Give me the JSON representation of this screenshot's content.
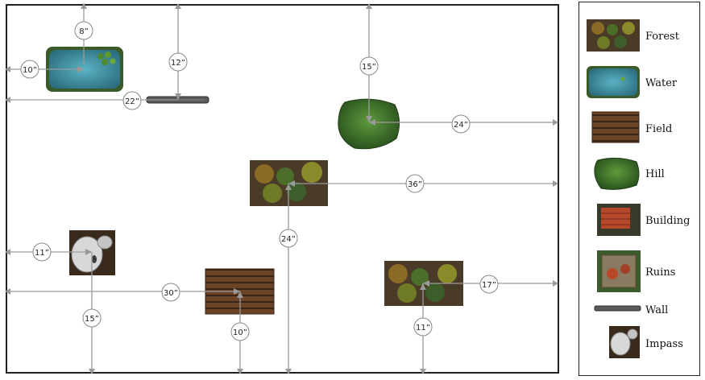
{
  "measurements": [
    {
      "id": "m-water-top",
      "label": "8”"
    },
    {
      "id": "m-water-left",
      "label": "10”"
    },
    {
      "id": "m-wall-top",
      "label": "12”"
    },
    {
      "id": "m-wall-left",
      "label": "22”"
    },
    {
      "id": "m-hill-top",
      "label": "15”"
    },
    {
      "id": "m-hill-right",
      "label": "24”"
    },
    {
      "id": "m-forest1-right",
      "label": "36”"
    },
    {
      "id": "m-forest1-bottom",
      "label": "24”"
    },
    {
      "id": "m-impass-left",
      "label": "11”"
    },
    {
      "id": "m-impass-bottom",
      "label": "15”"
    },
    {
      "id": "m-field-left",
      "label": "30”"
    },
    {
      "id": "m-field-bottom",
      "label": "10”"
    },
    {
      "id": "m-forest2-right",
      "label": "17”"
    },
    {
      "id": "m-forest2-bottom",
      "label": "11”"
    }
  ],
  "legend": {
    "forest": "Forest",
    "water": "Water",
    "field": "Field",
    "hill": "Hill",
    "building": "Building",
    "ruins": "Ruins",
    "wall": "Wall",
    "impass": "Impass"
  },
  "colors": {
    "arrow": "#9a9a9a",
    "border": "#222222",
    "water": "#3f95a8",
    "hill": "#3f7a2c",
    "field": "#5e3b23",
    "forest_ground": "#4a3a28",
    "impass": "#c9c9c9",
    "building": "#b5482b",
    "wall": "#555555"
  }
}
